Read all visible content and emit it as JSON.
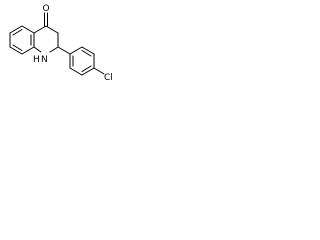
{
  "molecule": {
    "atoms": {
      "oxygen": "O",
      "nitrogen": "N",
      "nitrogen_hydrogen": "H",
      "chlorine": "Cl"
    }
  },
  "colors": {
    "bond": "#000000",
    "label": "#000000",
    "background": "#ffffff"
  }
}
